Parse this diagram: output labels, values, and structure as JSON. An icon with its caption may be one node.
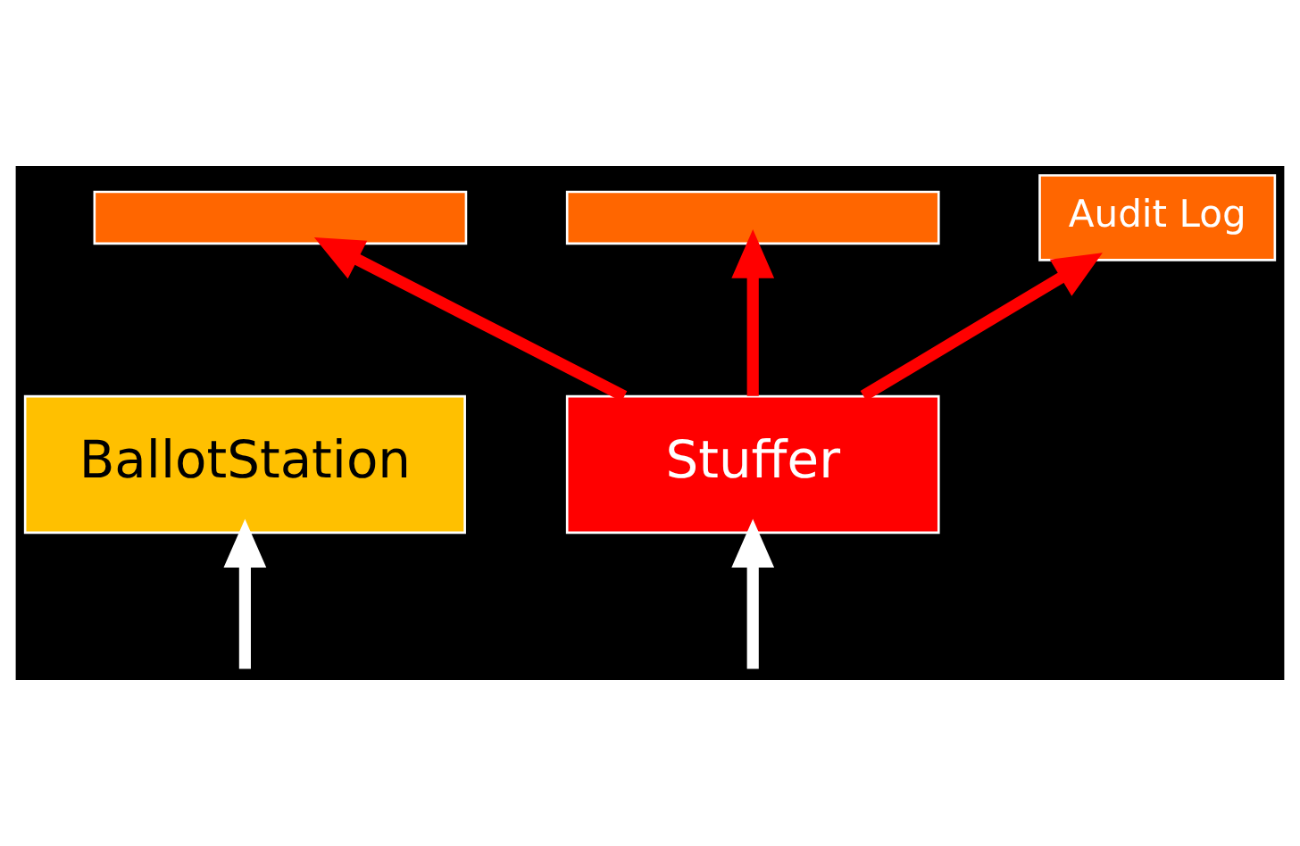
{
  "diagram": {
    "nodes": [
      {
        "text": [],
        "shape": "box"
      },
      {
        "text": [],
        "shape": "box"
      },
      {
        "text": [
          "Audit Log"
        ]
      },
      {
        "text": [
          "BallotStation"
        ]
      },
      {
        "text": [
          "Stuffer"
        ]
      }
    ],
    "edges": [
      {
        "from": 4,
        "to": 0,
        "arrow": "to",
        "color": "#ff0000"
      },
      {
        "from": 4,
        "to": 1,
        "arrow": "to",
        "color": "#ff0000"
      },
      {
        "from": 4,
        "to": 2,
        "arrow": "to",
        "color": "#ff0000"
      },
      {
        "from": null,
        "to": 3,
        "arrow": "to",
        "color": "#ffffff"
      },
      {
        "from": null,
        "to": 4,
        "arrow": "to",
        "color": "#ffffff"
      }
    ]
  }
}
